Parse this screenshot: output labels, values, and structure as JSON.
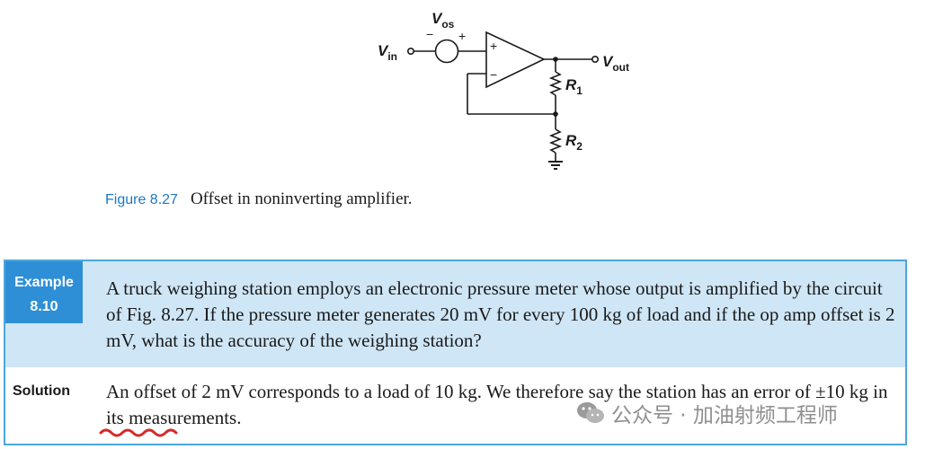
{
  "circuit": {
    "vin_label": "V",
    "vin_sub": "in",
    "vos_label": "V",
    "vos_sub": "os",
    "vos_minus": "−",
    "vos_plus": "+",
    "opamp_plus": "+",
    "opamp_minus": "−",
    "vout_label": "V",
    "vout_sub": "out",
    "r1_label": "R",
    "r1_sub": "1",
    "r2_label": "R",
    "r2_sub": "2"
  },
  "caption": {
    "number": "Figure 8.27",
    "text": "Offset in noninverting amplifier."
  },
  "example": {
    "tag_line1": "Example",
    "tag_line2": "8.10",
    "text": "A truck weighing station employs an electronic pressure meter whose output is amplified by the circuit of Fig. 8.27. If the pressure meter generates 20 mV for every 100 kg of load and if the op amp offset is 2 mV, what is the accuracy of the weighing station?"
  },
  "solution": {
    "label": "Solution",
    "text": "An offset of 2 mV corresponds to a load of 10 kg. We therefore say the station has an error of ±10 kg in its measurements."
  },
  "watermark": {
    "text": "公众号 · 加油射频工程师"
  },
  "colors": {
    "accent_blue": "#2e8fd6",
    "box_fill": "#cfe6f6",
    "border_blue": "#4aa7de",
    "caption_blue": "#1f77c0",
    "squiggle_red": "#d42a2a"
  }
}
